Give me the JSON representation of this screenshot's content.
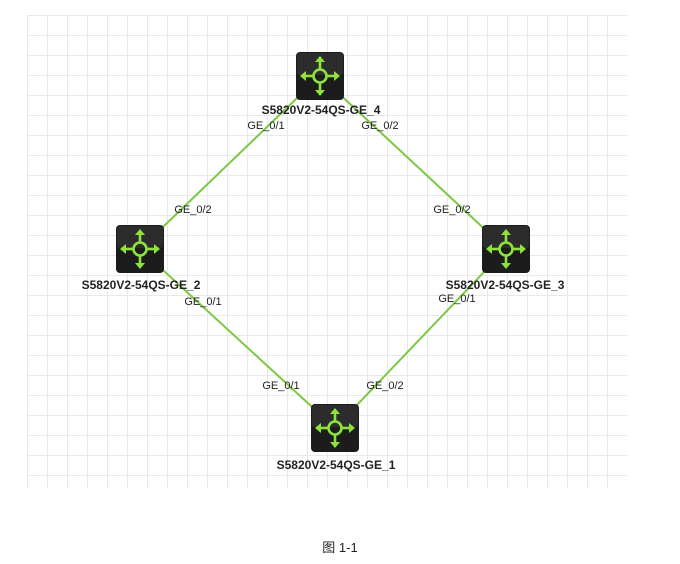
{
  "colors": {
    "link": "#7ac943",
    "device_bg": "#1c1c1c",
    "device_icon": "#8ee23b",
    "grid": "#e9e9e9"
  },
  "devices": {
    "ge4": {
      "name": "S5820V2-54QS-GE_4",
      "icon": "router-icon"
    },
    "ge2": {
      "name": "S5820V2-54QS-GE_2",
      "icon": "router-icon"
    },
    "ge3": {
      "name": "S5820V2-54QS-GE_3",
      "icon": "router-icon"
    },
    "ge1": {
      "name": "S5820V2-54QS-GE_1",
      "icon": "router-icon"
    }
  },
  "ports": {
    "ge4_p1": "GE_0/1",
    "ge4_p2": "GE_0/2",
    "ge2_p2": "GE_0/2",
    "ge2_p1": "GE_0/1",
    "ge3_p2": "GE_0/2",
    "ge3_p1": "GE_0/1",
    "ge1_p1": "GE_0/1",
    "ge1_p2": "GE_0/2"
  },
  "caption": "图 1-1"
}
